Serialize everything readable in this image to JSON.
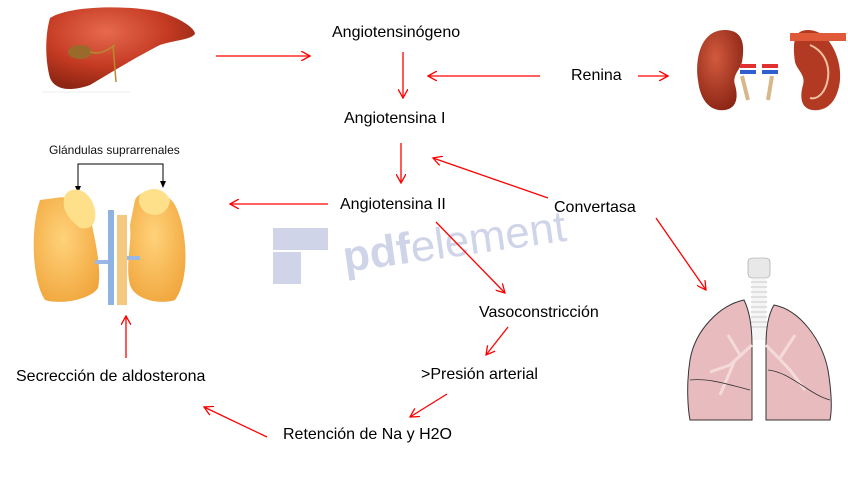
{
  "diagram": {
    "nodes": {
      "angiotensinogeno": "Angiotensinógeno",
      "renina": "Renina",
      "angiotensina_i": "Angiotensina I",
      "angiotensina_ii": "Angiotensina II",
      "convertasa": "Convertasa",
      "vasoconstriccion": "Vasoconstricción",
      "presion_arterial": ">Presión arterial",
      "retencion": "Retención de Na y H2O",
      "secrecion": "Secrección de aldosterona"
    },
    "images": {
      "liver": "liver-illustration",
      "kidney": "kidney-illustration",
      "adrenal": "adrenal-glands-illustration",
      "lungs": "lungs-illustration"
    },
    "adrenal_caption": "Glándulas suprarrenales",
    "watermark": {
      "text_bold": "pdf",
      "text_light": "element"
    },
    "colors": {
      "arrow": "#ff0000",
      "watermark": "#aab2d6"
    }
  }
}
